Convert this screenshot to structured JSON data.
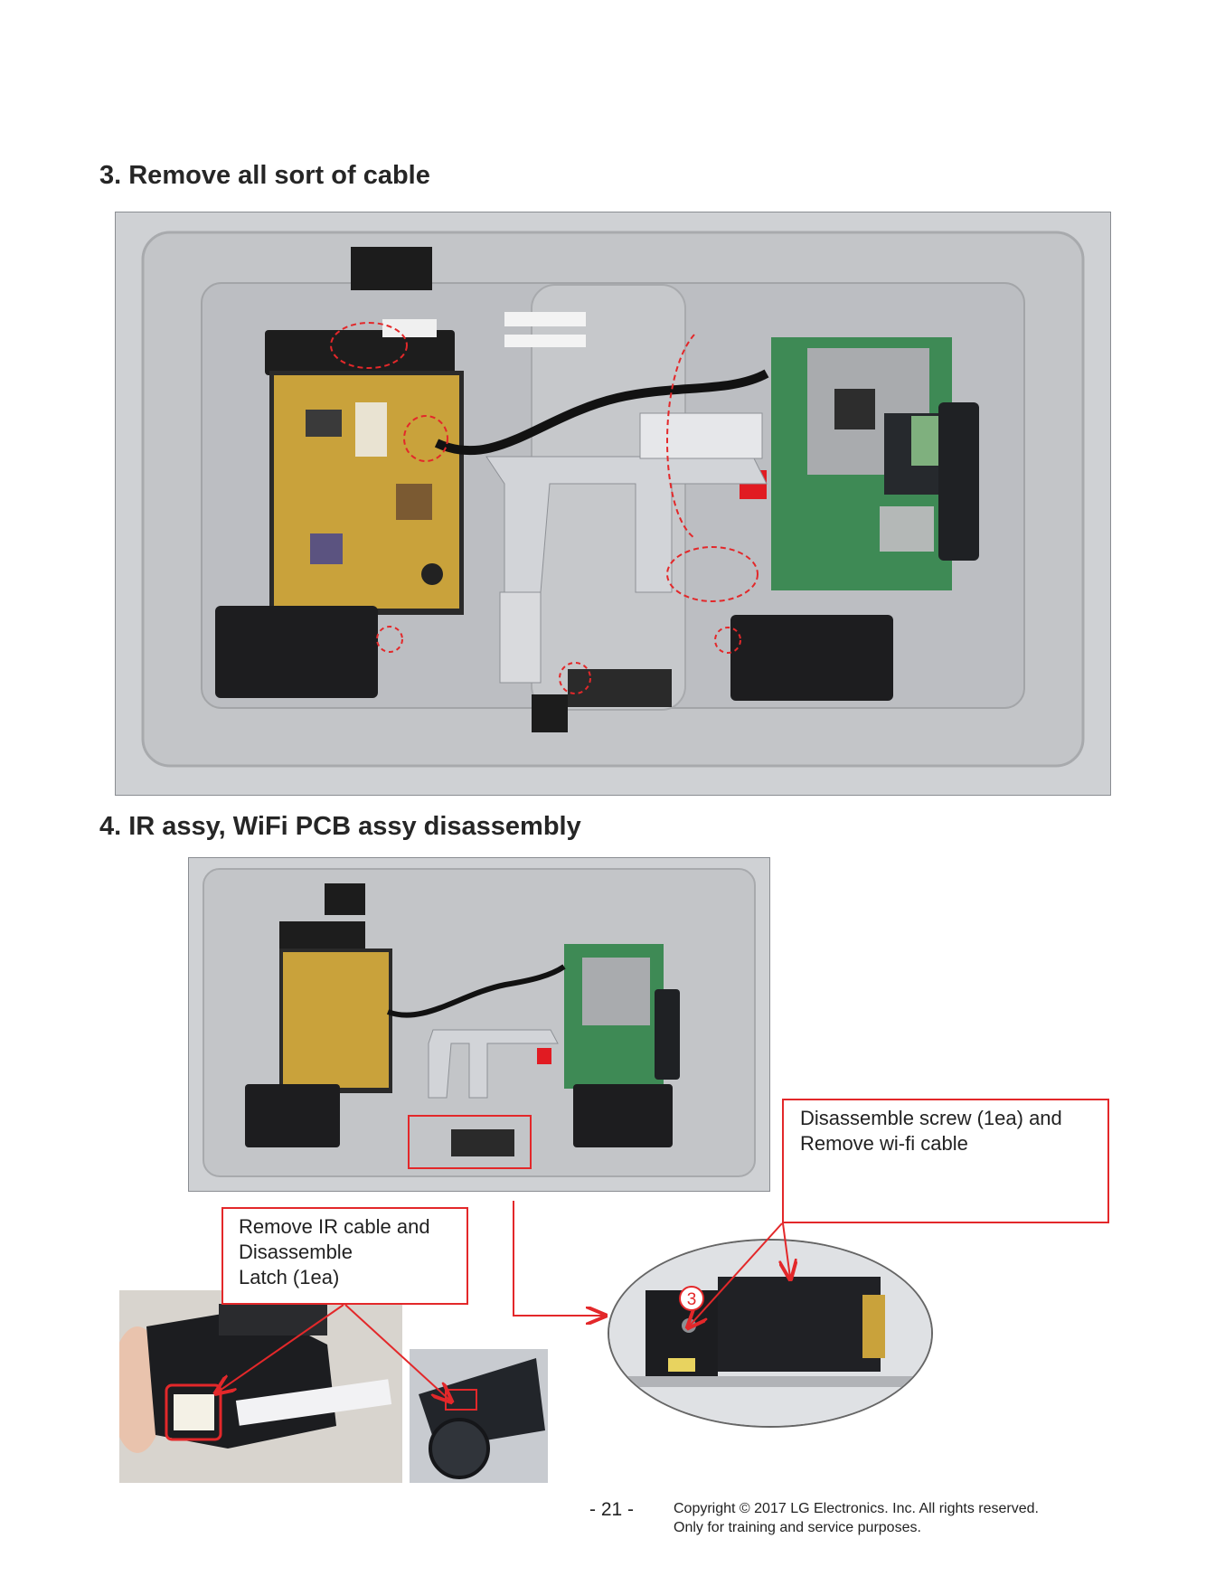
{
  "sections": [
    {
      "title": "3. Remove all sort of cable"
    },
    {
      "title": "4. IR assy, WiFi PCB assy disassembly"
    }
  ],
  "callouts": {
    "screw": {
      "lines": [
        "Disassemble screw (1ea)  and",
        "Remove  wi-fi cable"
      ]
    },
    "ir": {
      "lines": [
        "Remove  IR cable and",
        "Disassemble",
        "Latch (1ea)"
      ]
    }
  },
  "step_marker": "3",
  "footer": {
    "page_number": "- 21 -",
    "copyright_lines": [
      "Copyright  © 2017 LG Electronics. Inc. All rights reserved.",
      "Only for training and service purposes."
    ]
  },
  "colors": {
    "accent_red": "#e3282a",
    "pcb_yellow": "#c9a23b",
    "pcb_green": "#3e8a55",
    "panel_grey": "#c7c9cc",
    "speaker_black": "#1d1d1f"
  }
}
